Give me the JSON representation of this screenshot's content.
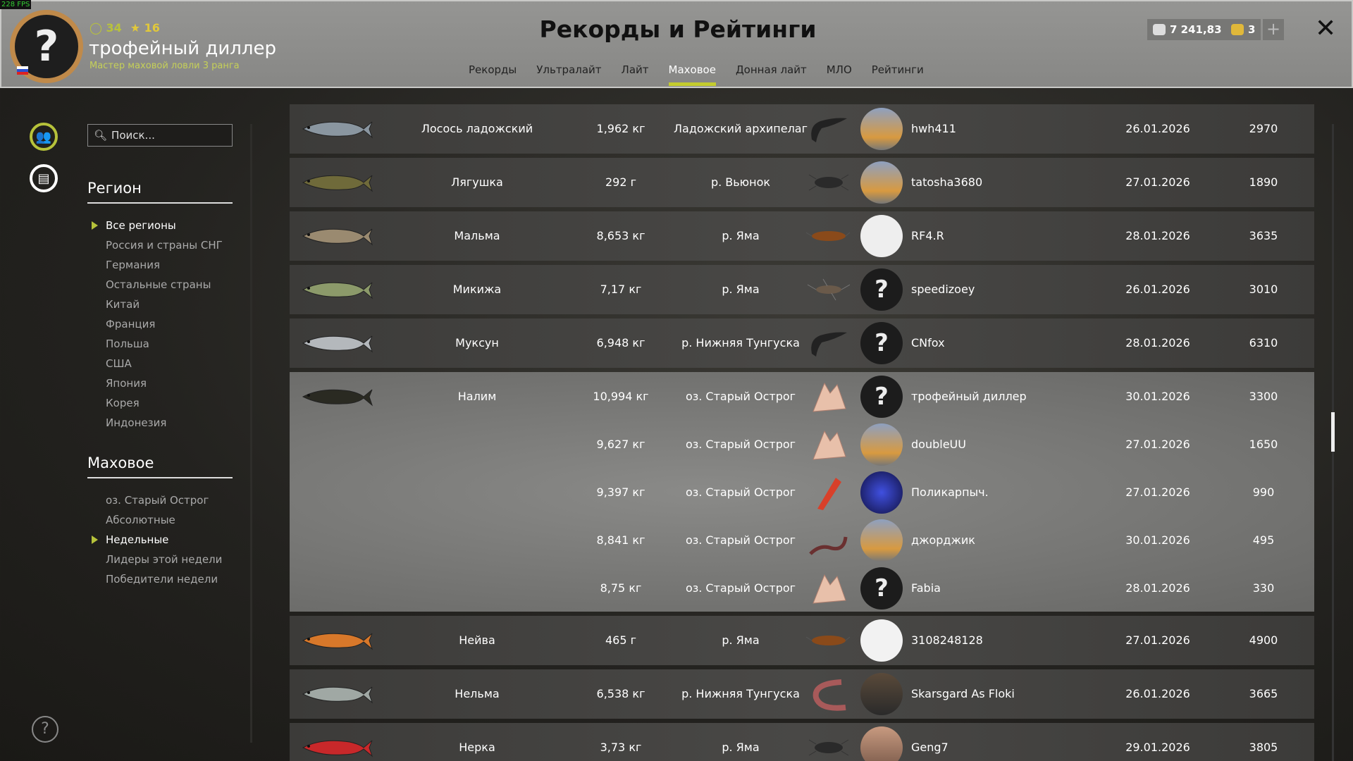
{
  "fps": "228 FPS",
  "profile": {
    "level": "34",
    "stars": "16",
    "name": "трофейный диллер",
    "rank": "Мастер маховой ловли 3 ранга"
  },
  "title": "Рекорды и Рейтинги",
  "tabs": [
    {
      "label": "Рекорды"
    },
    {
      "label": "Ультралайт"
    },
    {
      "label": "Лайт"
    },
    {
      "label": "Маховое",
      "active": true
    },
    {
      "label": "Донная лайт"
    },
    {
      "label": "МЛО"
    },
    {
      "label": "Рейтинги"
    }
  ],
  "currency": {
    "silver": "7 241,83",
    "gold": "3",
    "plus": "+",
    "close": "✕"
  },
  "search": {
    "placeholder": "Поиск..."
  },
  "region": {
    "title": "Регион",
    "items": [
      "Все регионы",
      "Россия и страны СНГ",
      "Германия",
      "Остальные страны",
      "Китай",
      "Франция",
      "Польша",
      "США",
      "Япония",
      "Корея",
      "Индонезия"
    ],
    "active": 0
  },
  "mode": {
    "title": "Маховое",
    "items": [
      "оз. Старый Острог",
      "Абсолютные",
      "Недельные",
      "Лидеры этой недели",
      "Победители недели"
    ],
    "active": 2
  },
  "help": "?",
  "colors": {
    "accent": "#c4cc2e",
    "header": "#8c8c8a"
  },
  "rows": [
    {
      "fish": "Лосось ладожский",
      "weight": "1,962 кг",
      "location": "Ладожский архипелаг",
      "player": "hwh411",
      "date": "26.01.2026",
      "score": "2970",
      "fishColor": "#8a96a0",
      "bait": "leech",
      "avatar": "fisherman"
    },
    {
      "fish": "Лягушка",
      "weight": "292 г",
      "location": "р. Вьюнок",
      "player": "tatosha3680",
      "date": "27.01.2026",
      "score": "1890",
      "fishColor": "#6f6a3a",
      "bait": "beetle",
      "avatar": "fisherman"
    },
    {
      "fish": "Мальма",
      "weight": "8,653 кг",
      "location": "р. Яма",
      "player": "RF4.R",
      "date": "28.01.2026",
      "score": "3635",
      "fishColor": "#9a8a70",
      "bait": "cockroach",
      "avatar": "sowhat"
    },
    {
      "fish": "Микижа",
      "weight": "7,17 кг",
      "location": "р. Яма",
      "player": "speedizoey",
      "date": "26.01.2026",
      "score": "3010",
      "fishColor": "#8c9a6a",
      "bait": "insect",
      "avatar": "unknown"
    },
    {
      "fish": "Муксун",
      "weight": "6,948 кг",
      "location": "р. Нижняя Тунгуска",
      "player": "CNfox",
      "date": "28.01.2026",
      "score": "6310",
      "fishColor": "#b4b8bc",
      "bait": "leech",
      "avatar": "unknown"
    },
    {
      "fish": "Налим",
      "expanded": true,
      "fishColor": "#2a2a22",
      "entries": [
        {
          "weight": "10,994 кг",
          "location": "оз. Старый Острог",
          "player": "трофейный диллер",
          "date": "30.01.2026",
          "score": "3300",
          "bait": "fat",
          "avatar": "unknown"
        },
        {
          "weight": "9,627 кг",
          "location": "оз. Старый Острог",
          "player": "doubleUU",
          "date": "27.01.2026",
          "score": "1650",
          "bait": "fat",
          "avatar": "fisherman"
        },
        {
          "weight": "9,397 кг",
          "location": "оз. Старый Острог",
          "player": "Поликарпыч.",
          "date": "27.01.2026",
          "score": "990",
          "bait": "meat",
          "avatar": "night"
        },
        {
          "weight": "8,841 кг",
          "location": "оз. Старый Острог",
          "player": "джорджик",
          "date": "30.01.2026",
          "score": "495",
          "bait": "worm",
          "avatar": "fisherman"
        },
        {
          "weight": "8,75 кг",
          "location": "оз. Старый Острог",
          "player": "Fabia",
          "date": "28.01.2026",
          "score": "330",
          "bait": "fat",
          "avatar": "unknown"
        }
      ]
    },
    {
      "fish": "Нейва",
      "weight": "465 г",
      "location": "р. Яма",
      "player": "3108248128",
      "date": "27.01.2026",
      "score": "4900",
      "fishColor": "#d8782a",
      "bait": "cockroach",
      "avatar": "white"
    },
    {
      "fish": "Нельма",
      "weight": "6,538 кг",
      "location": "р. Нижняя Тунгуска",
      "player": "Skarsgard As Floki",
      "date": "26.01.2026",
      "score": "3665",
      "fishColor": "#a0a8a4",
      "bait": "bigworm",
      "avatar": "photo"
    },
    {
      "fish": "Нерка",
      "weight": "3,73 кг",
      "location": "р. Яма",
      "player": "Geng7",
      "date": "29.01.2026",
      "score": "3805",
      "fishColor": "#c8282a",
      "bait": "beetle",
      "avatar": "photo2"
    }
  ]
}
